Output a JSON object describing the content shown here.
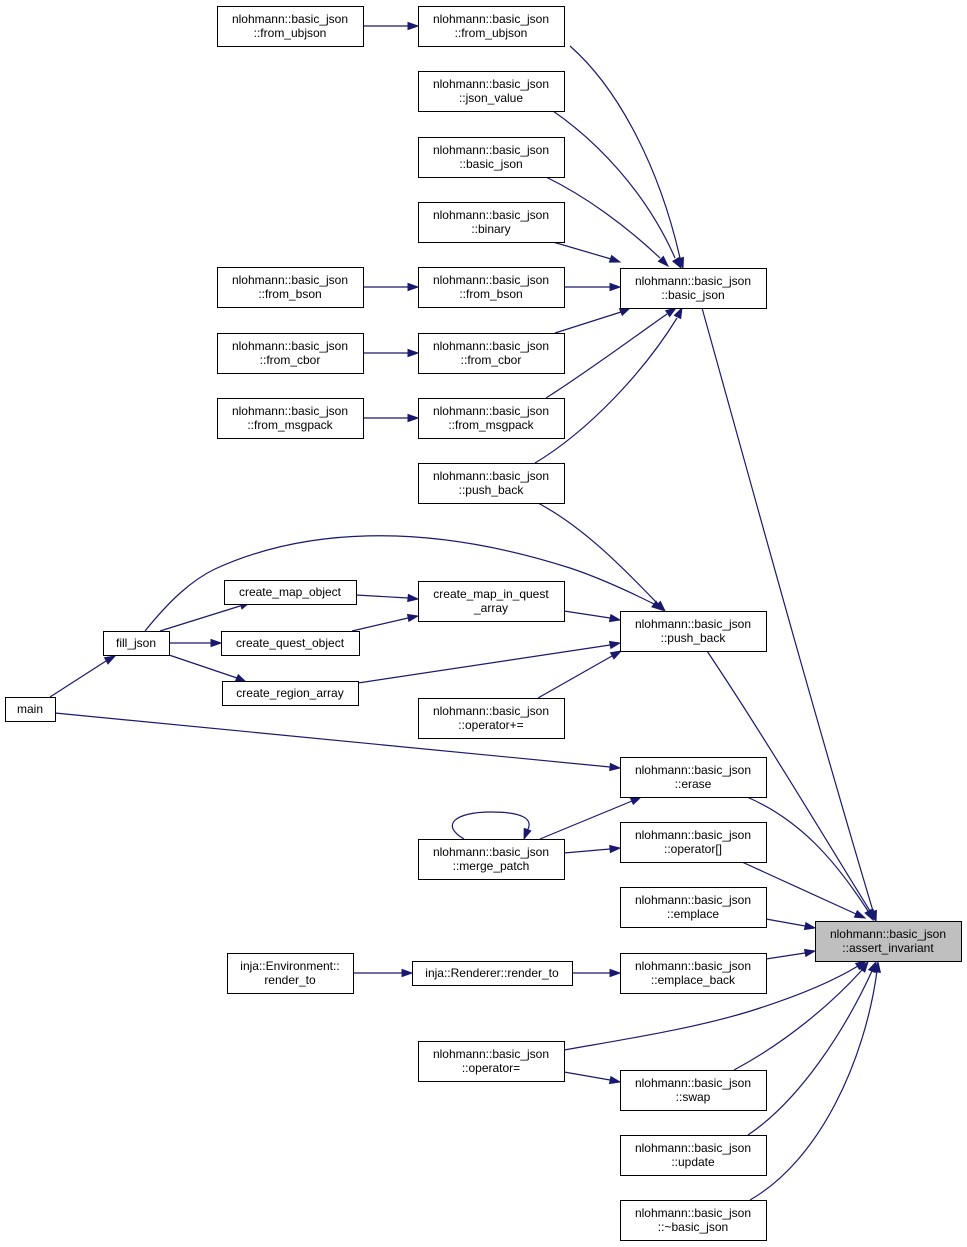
{
  "diagram": {
    "colors": {
      "edge": "#191970",
      "target_fill": "#bfbfbf",
      "node_fill": "#ffffff",
      "node_border": "#000000"
    },
    "nodes": {
      "ai": [
        "nlohmann::basic_json",
        "::assert_invariant"
      ],
      "bj": [
        "nlohmann::basic_json",
        "::basic_json"
      ],
      "pb": [
        "nlohmann::basic_json",
        "::push_back"
      ],
      "erase": [
        "nlohmann::basic_json",
        "::erase"
      ],
      "opidx": [
        "nlohmann::basic_json",
        "::operator[]"
      ],
      "emplace": [
        "nlohmann::basic_json",
        "::emplace"
      ],
      "empback": [
        "nlohmann::basic_json",
        "::emplace_back"
      ],
      "swap": [
        "nlohmann::basic_json",
        "::swap"
      ],
      "update": [
        "nlohmann::basic_json",
        "::update"
      ],
      "dtor": [
        "nlohmann::basic_json",
        "::~basic_json"
      ],
      "fu2": [
        "nlohmann::basic_json",
        "::from_ubjson"
      ],
      "jv": [
        "nlohmann::basic_json",
        "::json_value"
      ],
      "bj2": [
        "nlohmann::basic_json",
        "::basic_json"
      ],
      "bin": [
        "nlohmann::basic_json",
        "::binary"
      ],
      "fb2": [
        "nlohmann::basic_json",
        "::from_bson"
      ],
      "fc2": [
        "nlohmann::basic_json",
        "::from_cbor"
      ],
      "fm2": [
        "nlohmann::basic_json",
        "::from_msgpack"
      ],
      "pb2": [
        "nlohmann::basic_json",
        "::push_back"
      ],
      "cmiqa": [
        "create_map_in_quest",
        "_array"
      ],
      "opplus": [
        "nlohmann::basic_json",
        "::operator+="
      ],
      "mp": [
        "nlohmann::basic_json",
        "::merge_patch"
      ],
      "rrt": [
        "inja::Renderer::render_to"
      ],
      "opeq": [
        "nlohmann::basic_json",
        "::operator="
      ],
      "fu1": [
        "nlohmann::basic_json",
        "::from_ubjson"
      ],
      "fb1": [
        "nlohmann::basic_json",
        "::from_bson"
      ],
      "fc1": [
        "nlohmann::basic_json",
        "::from_cbor"
      ],
      "fm1": [
        "nlohmann::basic_json",
        "::from_msgpack"
      ],
      "cmo": [
        "create_map_object"
      ],
      "cqo": [
        "create_quest_object"
      ],
      "cra": [
        "create_region_array"
      ],
      "ert": [
        "inja::Environment::",
        "render_to"
      ],
      "fj": [
        "fill_json"
      ],
      "main": [
        "main"
      ]
    }
  }
}
